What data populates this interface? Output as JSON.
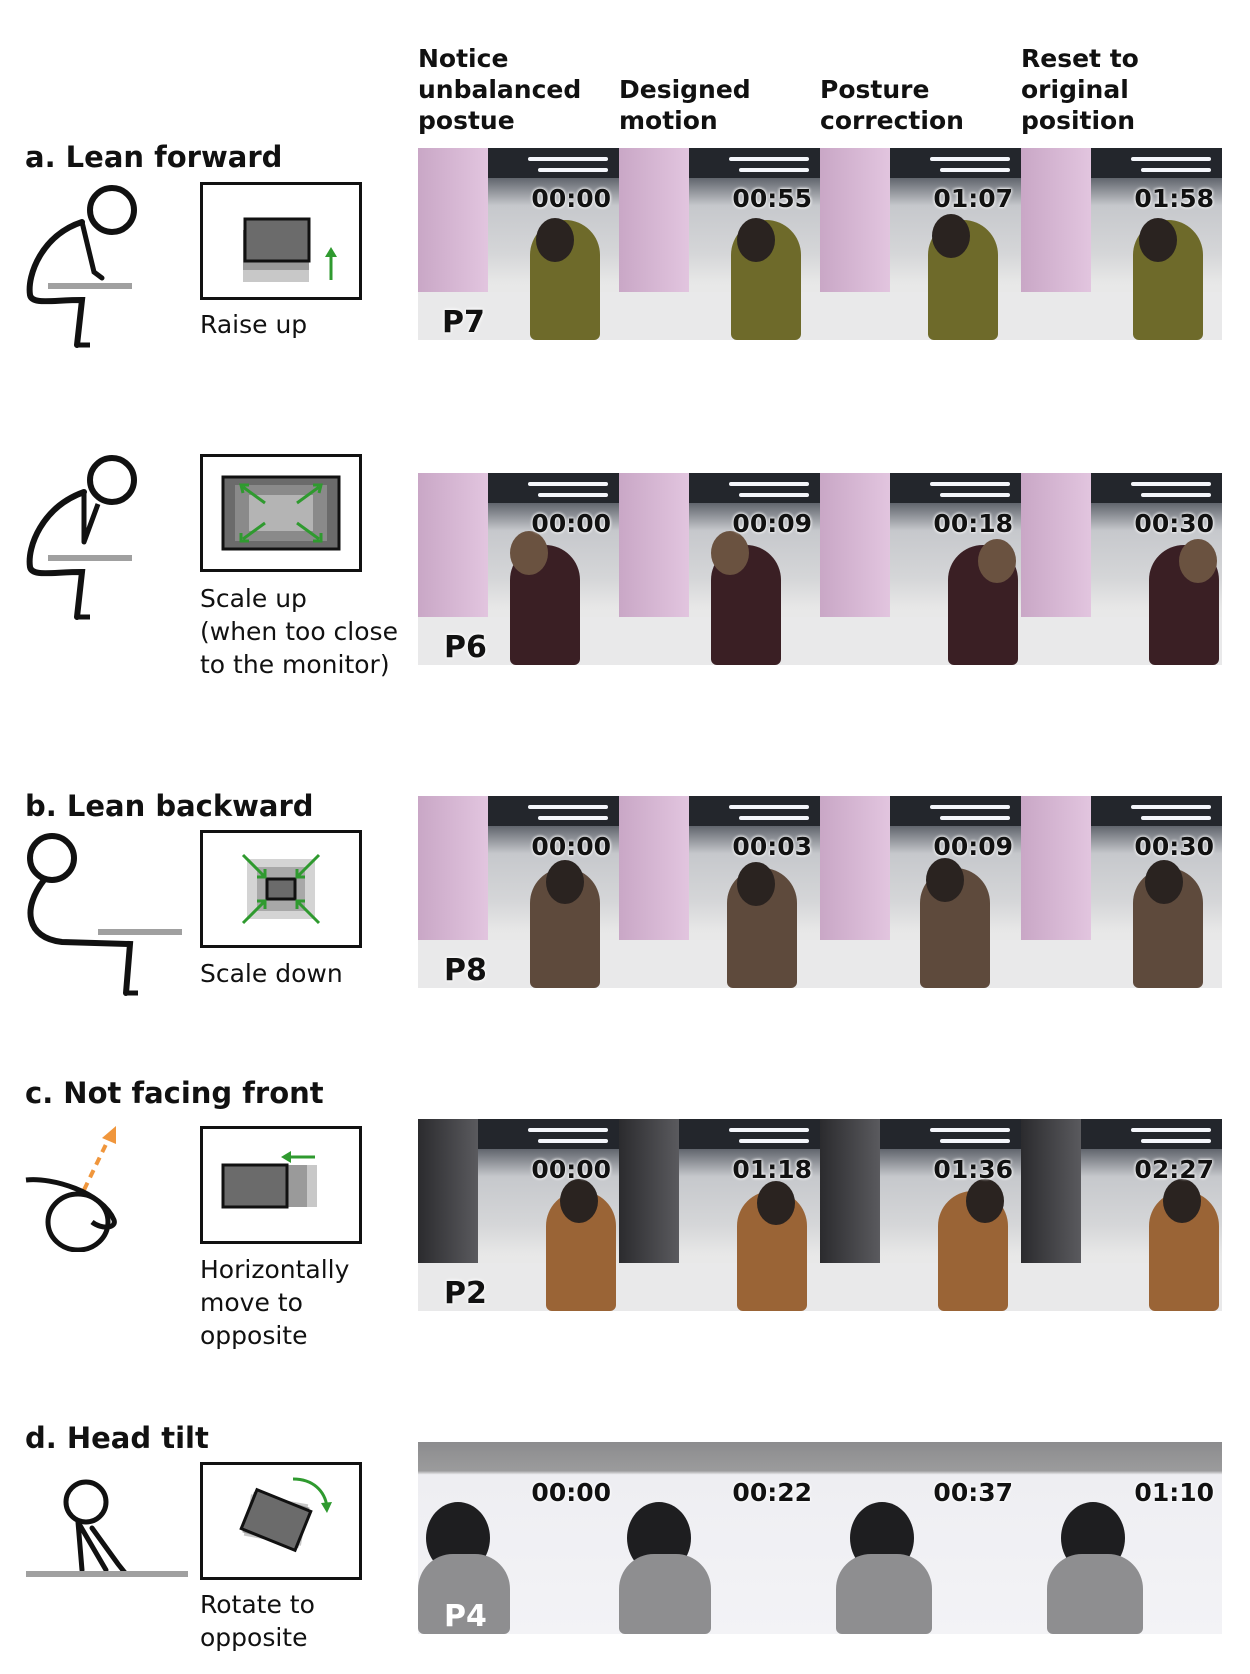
{
  "column_headers": [
    "Notice unbalanced postue",
    "Designed motion",
    "Posture correction",
    "Reset to original position"
  ],
  "column_header_lines": [
    [
      "Notice",
      "unbalanced",
      "postue"
    ],
    [
      "Designed",
      "motion"
    ],
    [
      "Posture",
      "correction"
    ],
    [
      "Reset to original",
      "position"
    ]
  ],
  "rows": [
    {
      "section_title": "a. Lean forward",
      "motion_icon": "raise-up-icon",
      "caption_lines": [
        "Raise up"
      ],
      "participant": "P7",
      "timestamps": [
        "00:00",
        "00:55",
        "01:07",
        "01:58"
      ]
    },
    {
      "section_title": "",
      "motion_icon": "scale-up-icon",
      "caption_lines": [
        "Scale up",
        "(when too close",
        "to the monitor)"
      ],
      "participant": "P6",
      "timestamps": [
        "00:00",
        "00:09",
        "00:18",
        "00:30"
      ]
    },
    {
      "section_title": "b. Lean backward",
      "motion_icon": "scale-down-icon",
      "caption_lines": [
        "Scale down"
      ],
      "participant": "P8",
      "timestamps": [
        "00:00",
        "00:03",
        "00:09",
        "00:30"
      ]
    },
    {
      "section_title": "c. Not facing front",
      "motion_icon": "horizontal-move-icon",
      "caption_lines": [
        "Horizontally",
        "move to",
        "opposite"
      ],
      "participant": "P2",
      "timestamps": [
        "00:00",
        "01:18",
        "01:36",
        "02:27"
      ]
    },
    {
      "section_title": "d. Head tilt",
      "motion_icon": "rotate-icon",
      "caption_lines": [
        "Rotate to",
        "opposite"
      ],
      "participant": "P4",
      "timestamps": [
        "00:00",
        "00:22",
        "00:37",
        "01:10"
      ]
    }
  ],
  "colors": {
    "arrow_green": "#2f9a2f",
    "direction_orange": "#f0963c",
    "monitor_gray": "#6b6b6b",
    "desk_gray": "#a0a0a0"
  }
}
